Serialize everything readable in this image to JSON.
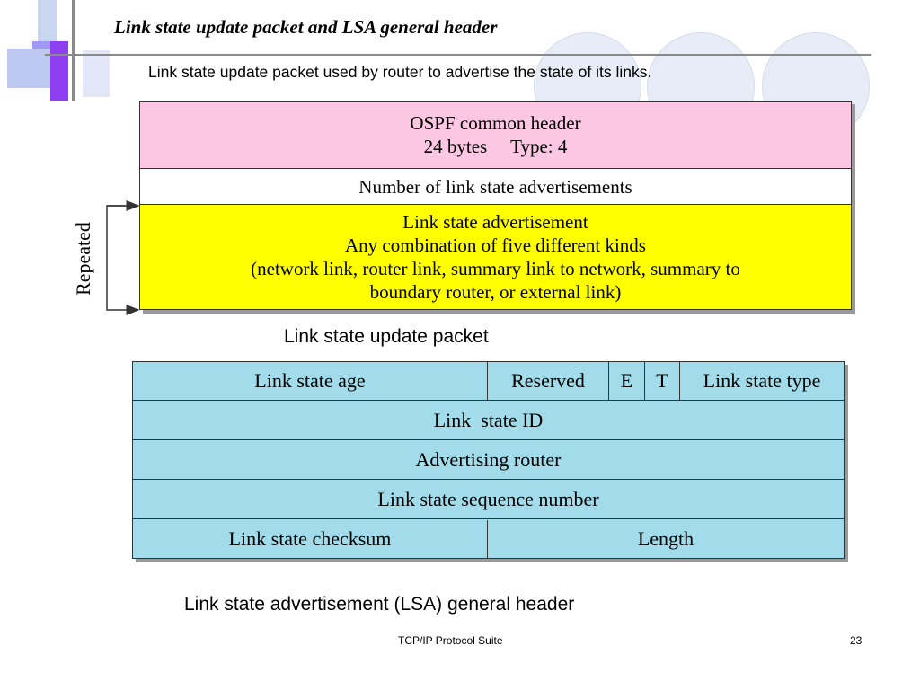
{
  "slide": {
    "title": "Link state update packet and LSA general header",
    "subtitle": "Link state update packet used by router to advertise the state of its links."
  },
  "packet": {
    "header_line1": "OSPF common header",
    "header_line2": "24 bytes     Type: 4",
    "count_label": "Number of link state advertisements",
    "lsa_line1": "Link state advertisement",
    "lsa_line2": "Any combination of five different kinds",
    "lsa_line3": "(network link, router link, summary link to network, summary to",
    "lsa_line4": "boundary router, or external link)",
    "repeated_label": "Repeated",
    "caption": "Link state update packet"
  },
  "lsa_header": {
    "row1": {
      "age": "Link state age",
      "reserved": "Reserved",
      "e": "E",
      "t": "T",
      "type": "Link state type"
    },
    "row2": "Link  state ID",
    "row3": "Advertising router",
    "row4": "Link state sequence number",
    "row5": {
      "checksum": "Link state checksum",
      "length": "Length"
    },
    "caption": "Link state advertisement (LSA) general header"
  },
  "footer": {
    "suite": "TCP/IP Protocol Suite",
    "page": "23"
  },
  "colors": {
    "header_pink": "#fbc7e3",
    "lsa_yellow": "#ffff00",
    "table_blue": "#a2dcea",
    "accent_purple": "#8f3ff2"
  }
}
